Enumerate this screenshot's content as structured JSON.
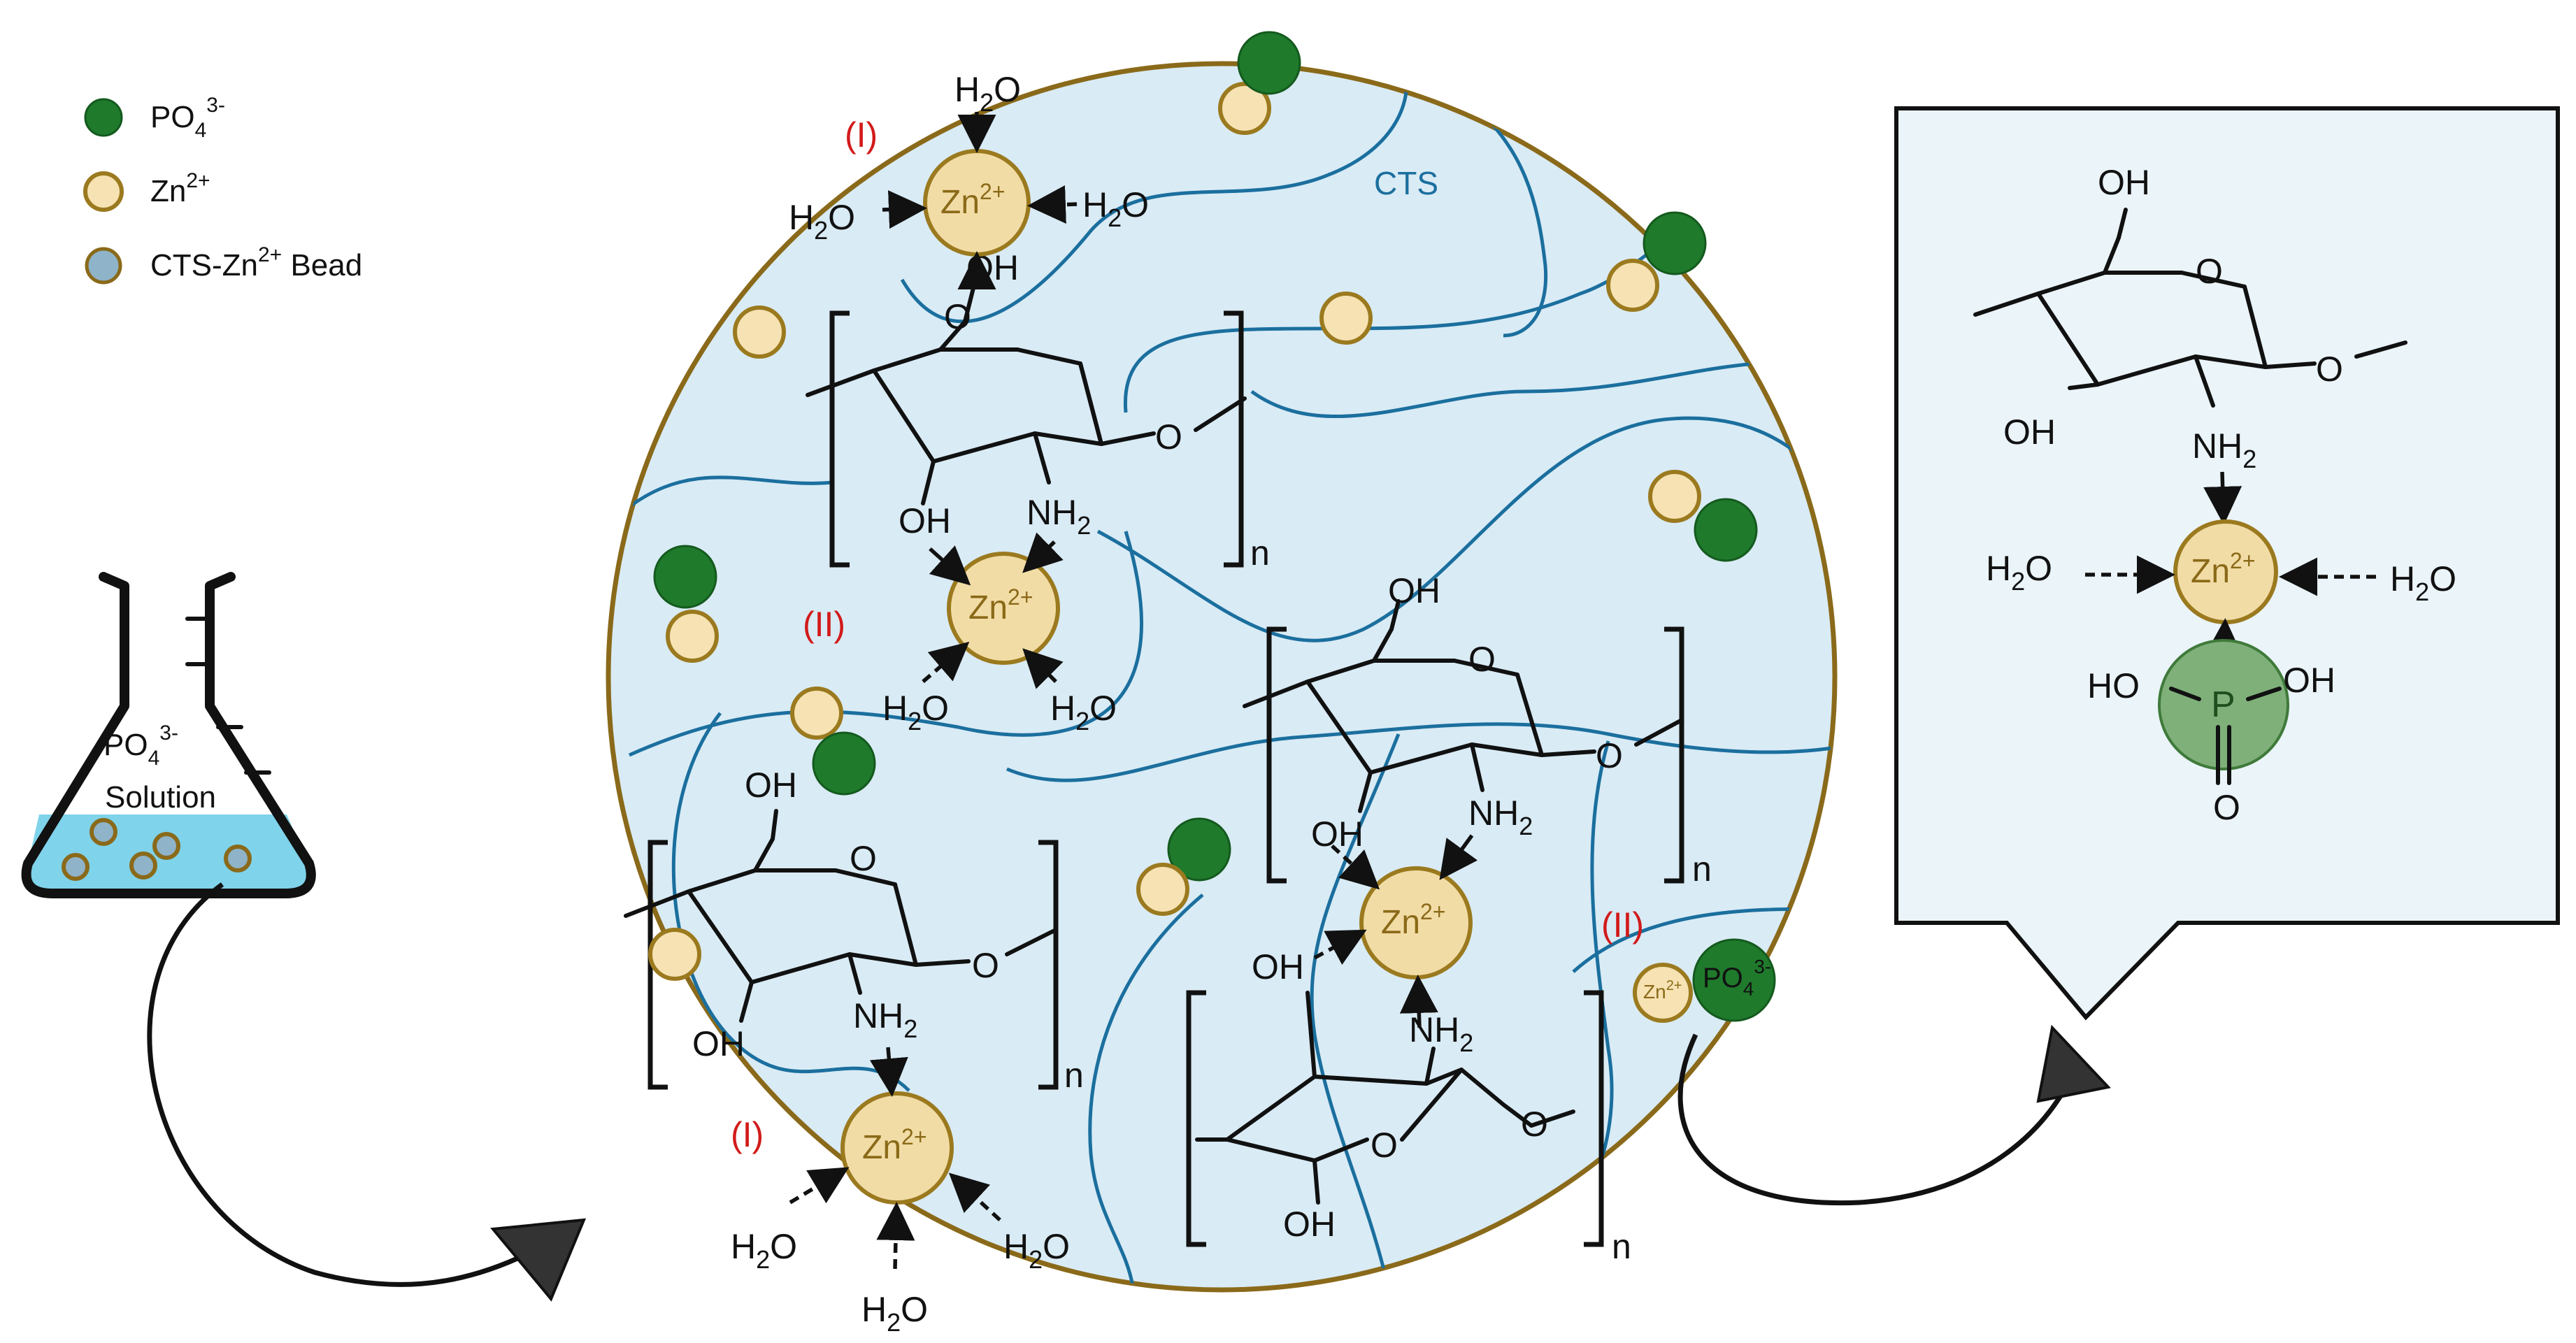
{
  "legend": {
    "po4": {
      "base": "PO",
      "sub": "4",
      "sup": "3-"
    },
    "zn": {
      "base": "Zn",
      "sup": "2+"
    },
    "bead": {
      "pre": "CTS-Zn",
      "sup": "2+",
      "post": " Bead"
    }
  },
  "flask": {
    "sol_base": "PO",
    "sol_sub": "4",
    "sol_sup": "3-",
    "sol_word": "Solution"
  },
  "bead_labels": {
    "cts": "CTS",
    "site_I": "(I)",
    "site_II": "(II)",
    "zn_base": "Zn",
    "zn_sup": "2+",
    "small_zn": "Zn",
    "small_zn_sup": "2+",
    "po4_base": "PO",
    "po4_sub": "4",
    "po4_sup": "3-",
    "n": "n"
  },
  "chem": {
    "h": "H",
    "two": "2",
    "o": "O",
    "oh": "OH",
    "ho": "HO",
    "nh": "NH",
    "p": "P"
  },
  "colors": {
    "po4": "#1f7a2c",
    "zn": "#f6e2b3",
    "zn_stroke": "#9b7a1f",
    "bead_fill": "#d9ebf5",
    "bead_stroke": "#8a6a1a",
    "solution": "#7fd3ea",
    "chain": "#1b6f9e",
    "site_label": "#d21a1a"
  }
}
